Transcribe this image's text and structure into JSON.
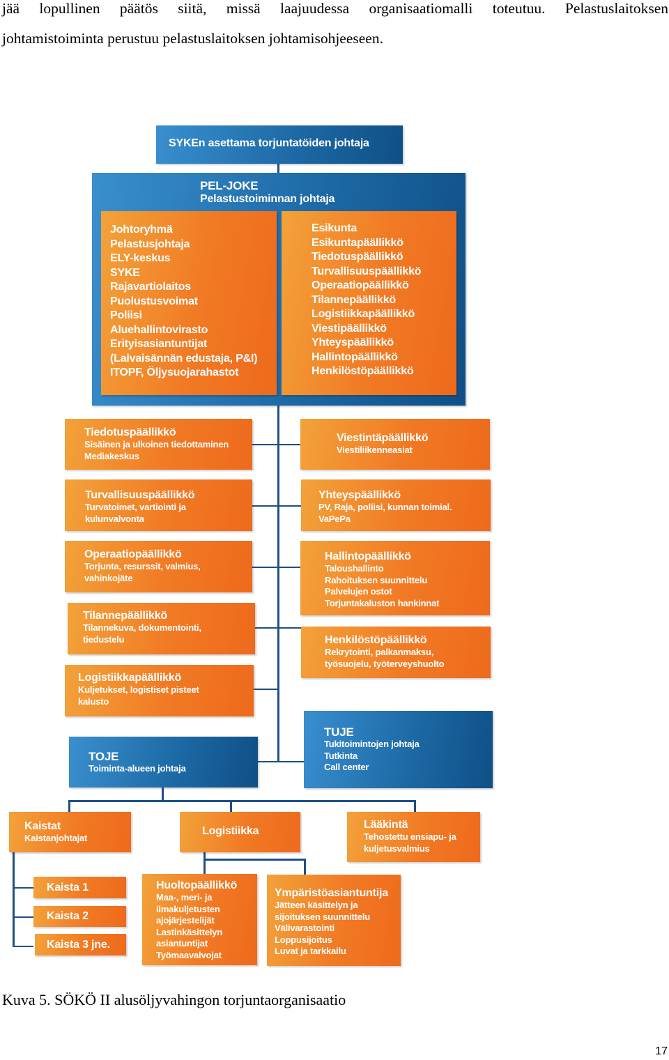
{
  "paragraph": {
    "line1": "jää lopullinen päätös siitä, missä laajuudessa organisaatiomalli toteutuu. Pelastuslaitoksen",
    "line2": "johtamistoiminta perustuu pelastuslaitoksen johtamisohjeeseen."
  },
  "chart": {
    "syke": "SYKEn asettama torjuntatöiden johtaja",
    "peljoke": {
      "title": "PEL-JOKE",
      "subtitle": "Pelastustoiminnan johtaja",
      "johtoryhma": [
        "Johtoryhmä",
        "Pelastusjohtaja",
        "ELY-keskus",
        "SYKE",
        "Rajavartiolaitos",
        "Puolustusvoimat",
        "Poliisi",
        "Aluehallintovirasto",
        "Erityisasiantuntijat",
        "(Laivaisännän edustaja, P&I)",
        "ITOPF, Öljysuojarahastot"
      ],
      "esikunta": [
        "Esikunta",
        "Esikuntapäällikkö",
        "Tiedotuspäällikkö",
        "Turvallisuuspäällikkö",
        "Operaatiopäällikkö",
        "Tilannepäällikkö",
        "Logistiikkapäällikkö",
        "Viestipäällikkö",
        "Yhteyspäällikkö",
        "Hallintopäällikkö",
        "Henkilöstöpäällikkö"
      ]
    },
    "left": [
      {
        "title": "Tiedotuspäällikkö",
        "lines": [
          "Sisäinen ja ulkoinen tiedottaminen",
          "Mediakeskus"
        ]
      },
      {
        "title": "Turvallisuuspäällikkö",
        "lines": [
          "Turvatoimet, vartiointi ja",
          "kulunvalvonta"
        ]
      },
      {
        "title": "Operaatiopäällikkö",
        "lines": [
          "Torjunta, resurssit, valmius,",
          "vahinkojäte"
        ]
      },
      {
        "title": "Tilannepäällikkö",
        "lines": [
          "Tilannekuva, dokumentointi,",
          "tiedustelu"
        ]
      },
      {
        "title": "Logistiikkapäällikkö",
        "lines": [
          "Kuljetukset, logistiset pisteet",
          "kalusto"
        ]
      }
    ],
    "right": [
      {
        "title": "Viestintäpäällikkö",
        "lines": [
          "Viestiliikenneasiat"
        ]
      },
      {
        "title": "Yhteyspäällikkö",
        "lines": [
          "PV, Raja, poliisi, kunnan toimial.",
          "VaPePa"
        ]
      },
      {
        "title": "Hallintopäällikkö",
        "lines": [
          "Taloushallinto",
          "Rahoituksen suunnittelu",
          "Palvelujen ostot",
          "Torjuntakaluston hankinnat"
        ]
      },
      {
        "title": "Henkilöstöpäällikkö",
        "lines": [
          "Rekrytointi, palkanmaksu,",
          "työsuojelu, työterveyshuolto"
        ]
      }
    ],
    "toje": {
      "title": "TOJE",
      "subtitle": "Toiminta-alueen johtaja"
    },
    "tuje": {
      "title": "TUJE",
      "lines": [
        "Tukitoimintojen johtaja",
        "Tutkinta",
        "Call center"
      ]
    },
    "kaistat": {
      "title": "Kaistat",
      "subtitle": "Kaistanjohtajat"
    },
    "logistiikka": "Logistiikka",
    "laakinta": {
      "title": "Lääkintä",
      "lines": [
        "Tehostettu ensiapu- ja",
        "kuljetusvalmius"
      ]
    },
    "kaista": [
      "Kaista 1",
      "Kaista 2",
      "Kaista 3 jne."
    ],
    "huolto": {
      "title": "Huoltopäällikkö",
      "lines": [
        "Maa-, meri- ja",
        "ilmakuljetusten",
        "ajojärjestelijät",
        "Lastinkäsittelyn",
        "asiantuntijat",
        "Työmaavalvojat"
      ]
    },
    "ymparisto": {
      "title": "Ympäristöasiantuntija",
      "lines": [
        "Jätteen käsittelyn ja",
        "sijoituksen suunnittelu",
        "Välivarastointi",
        "Loppusijoitus",
        "Luvat ja tarkkailu"
      ]
    }
  },
  "caption": "Kuva 5. SÖKÖ II alusöljyvahingon torjuntaorganisaatio",
  "page_number": "17"
}
